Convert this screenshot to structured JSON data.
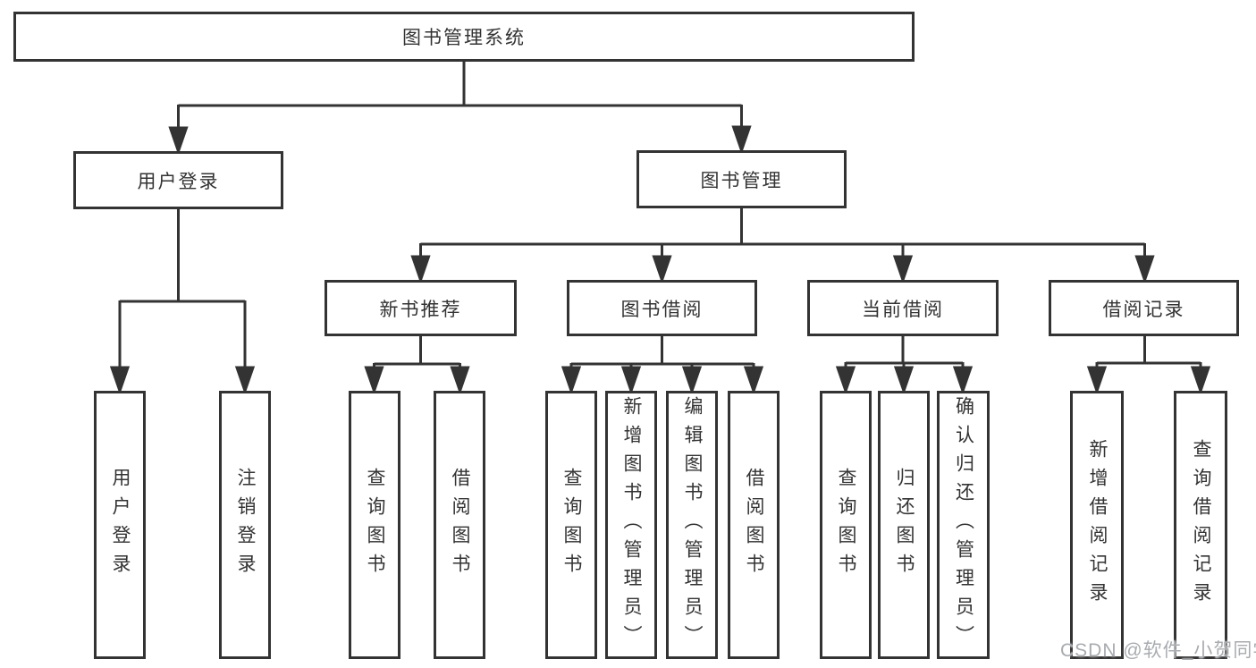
{
  "diagram": {
    "root": {
      "label": "图书管理系统"
    },
    "level2": [
      {
        "label": "用户登录",
        "children": [
          "用户登录",
          "注销登录"
        ]
      },
      {
        "label": "图书管理",
        "level3": [
          {
            "label": "新书推荐",
            "children": [
              "查询图书",
              "借阅图书"
            ]
          },
          {
            "label": "图书借阅",
            "children": [
              "查询图书",
              "新增图书（管理员）",
              "编辑图书（管理员）",
              "借阅图书"
            ]
          },
          {
            "label": "当前借阅",
            "children": [
              "查询图书",
              "归还图书",
              "确认归还（管理员）"
            ]
          },
          {
            "label": "借阅记录",
            "children": [
              "新增借阅记录",
              "查询借阅记录"
            ]
          }
        ]
      }
    ]
  },
  "watermark": {
    "text": "CSDN @软件_小贺同学"
  },
  "colors": {
    "line": "#333333",
    "text": "#333333",
    "background": "#ffffff",
    "watermark": "#a8abaf"
  }
}
